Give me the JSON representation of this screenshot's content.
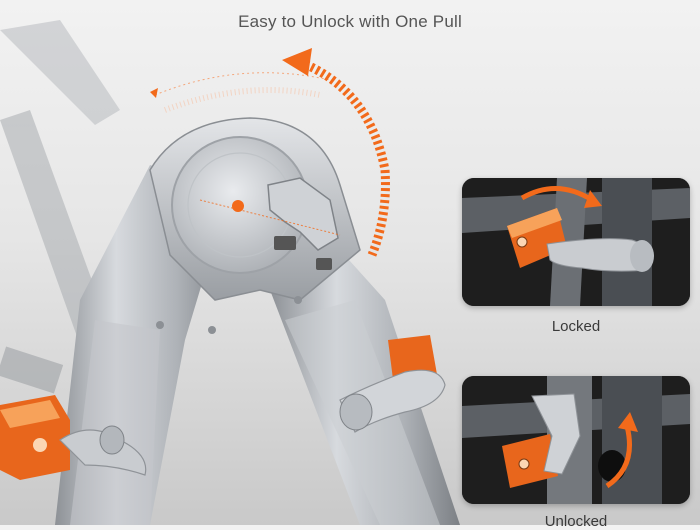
{
  "headline": "Easy to Unlock with One Pull",
  "panels": [
    {
      "caption": "Locked",
      "arrow_direction": "clockwise"
    },
    {
      "caption": "Unlocked",
      "arrow_direction": "upward"
    }
  ],
  "colors": {
    "accent": "#f26a1b",
    "metal": "#b8bcc0",
    "panel_bg": "#1e1e1e"
  }
}
